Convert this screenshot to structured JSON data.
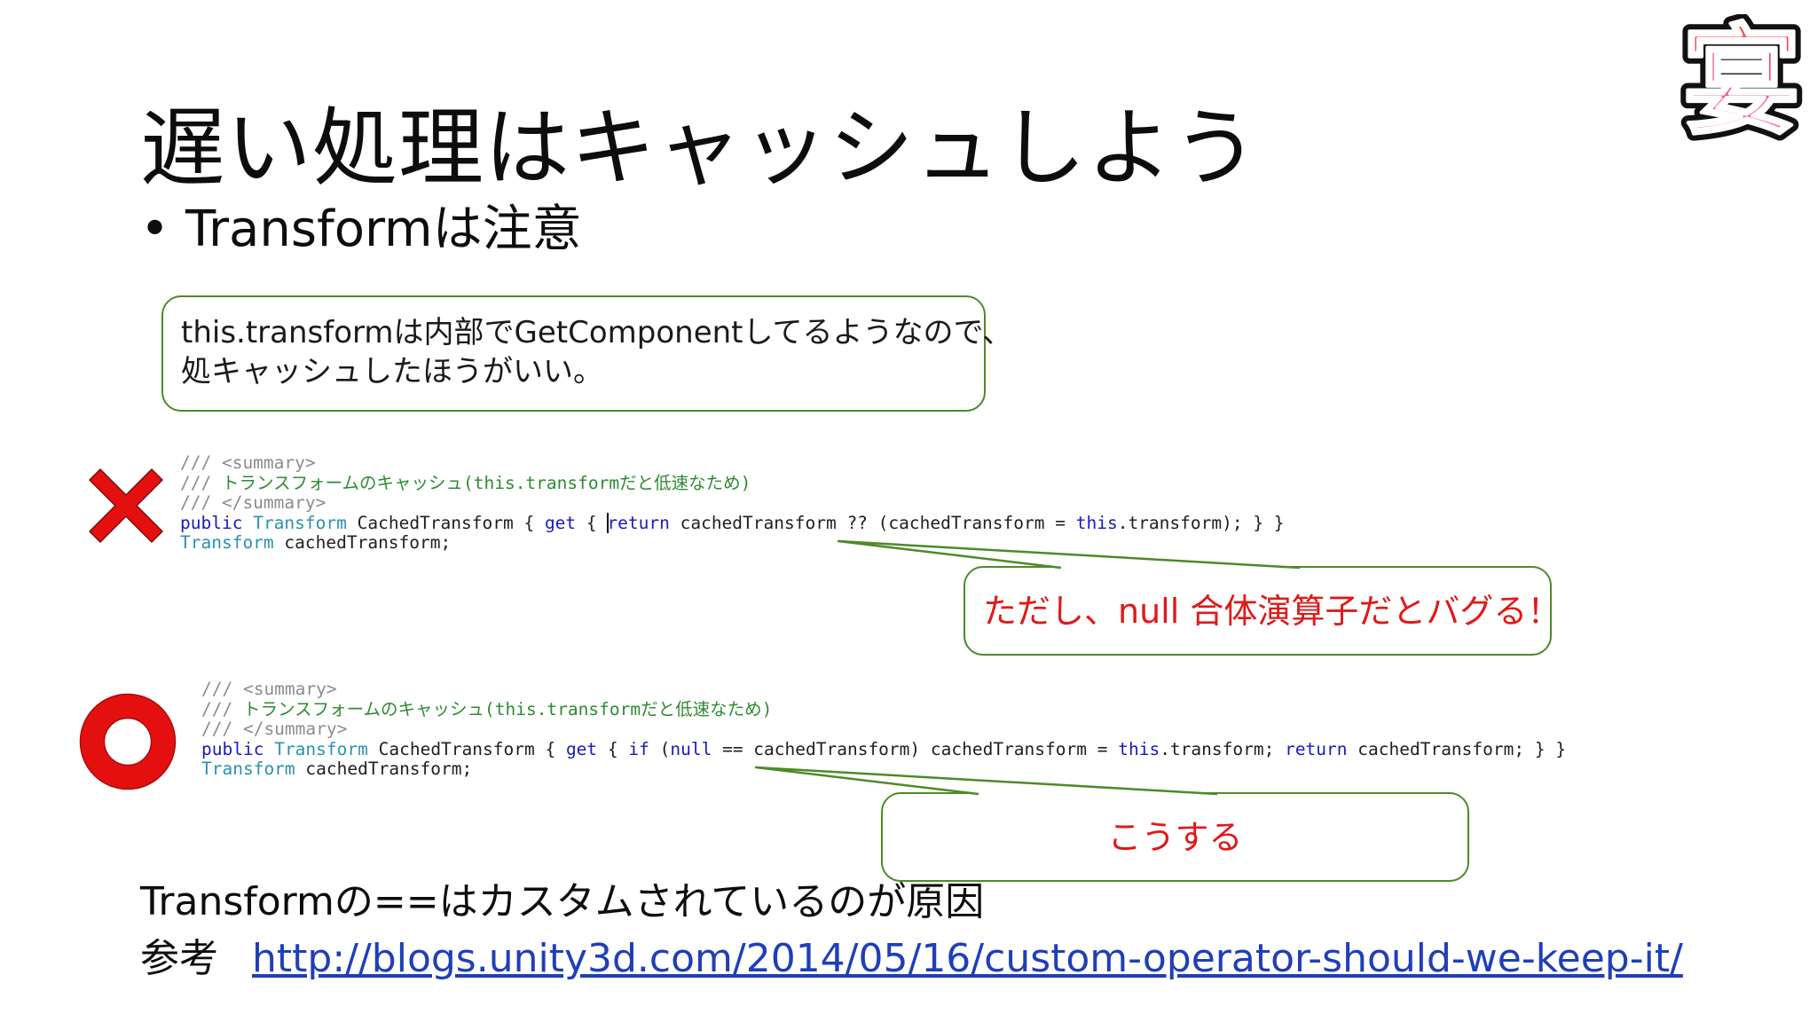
{
  "title": "遅い処理はキャッシュしよう",
  "bullet": {
    "symbol": "•",
    "text": "Transformは注意"
  },
  "note": {
    "line1": "this.transformは内部でGetComponentしてるようなので、",
    "line2": "処キャッシュしたほうがいい。"
  },
  "code_bad": {
    "summary_open": "/// <summary>",
    "comment_prefix": "/// ",
    "comment_text": "トランスフォームのキャッシュ(this.transformだと低速なため)",
    "summary_close": "/// </summary>",
    "line4": {
      "kw_public": "public",
      "ty_transform": "Transform",
      "t1": " CachedTransform { ",
      "kw_get": "get",
      "t2": " { ",
      "kw_return": "return",
      "t3": " cachedTransform ?? (cachedTransform = ",
      "kw_this": "this",
      "t4": ".transform); } }"
    },
    "line5": {
      "ty_transform": "Transform",
      "t1": " cachedTransform;"
    }
  },
  "code_good": {
    "summary_open": "/// <summary>",
    "comment_prefix": "/// ",
    "comment_text": "トランスフォームのキャッシュ(this.transformだと低速なため)",
    "summary_close": "/// </summary>",
    "line4": {
      "kw_public": "public",
      "ty_transform": "Transform",
      "t1": " CachedTransform { ",
      "kw_get": "get",
      "t2": " { ",
      "kw_if": "if",
      "t3": " (",
      "kw_null": "null",
      "t4": " == cachedTransform) cachedTransform = ",
      "kw_this": "this",
      "t5": ".transform; ",
      "kw_return": "return",
      "t6": " cachedTransform; } }"
    },
    "line5": {
      "ty_transform": "Transform",
      "t1": " cachedTransform;"
    }
  },
  "callout_bad": "ただし、null 合体演算子だとバグる！",
  "callout_good": "こうする",
  "footer": {
    "cause": "Transformの==はカスタムされているのが原因",
    "ref_label": "参考",
    "ref_url": "http://blogs.unity3d.com/2014/05/16/custom-operator-should-we-keep-it/"
  },
  "logo": {
    "glyph": "宴"
  },
  "icons": {
    "bad_mark": "cross-icon",
    "good_mark": "circle-icon"
  },
  "colors": {
    "callout_border": "#4d8a28",
    "callout_text": "#e11919",
    "mark_red": "#e41010",
    "link": "#1f3fb8",
    "code_comment": "#2e8b32",
    "code_keyword": "#1a1ab8",
    "code_type": "#2b91af"
  }
}
